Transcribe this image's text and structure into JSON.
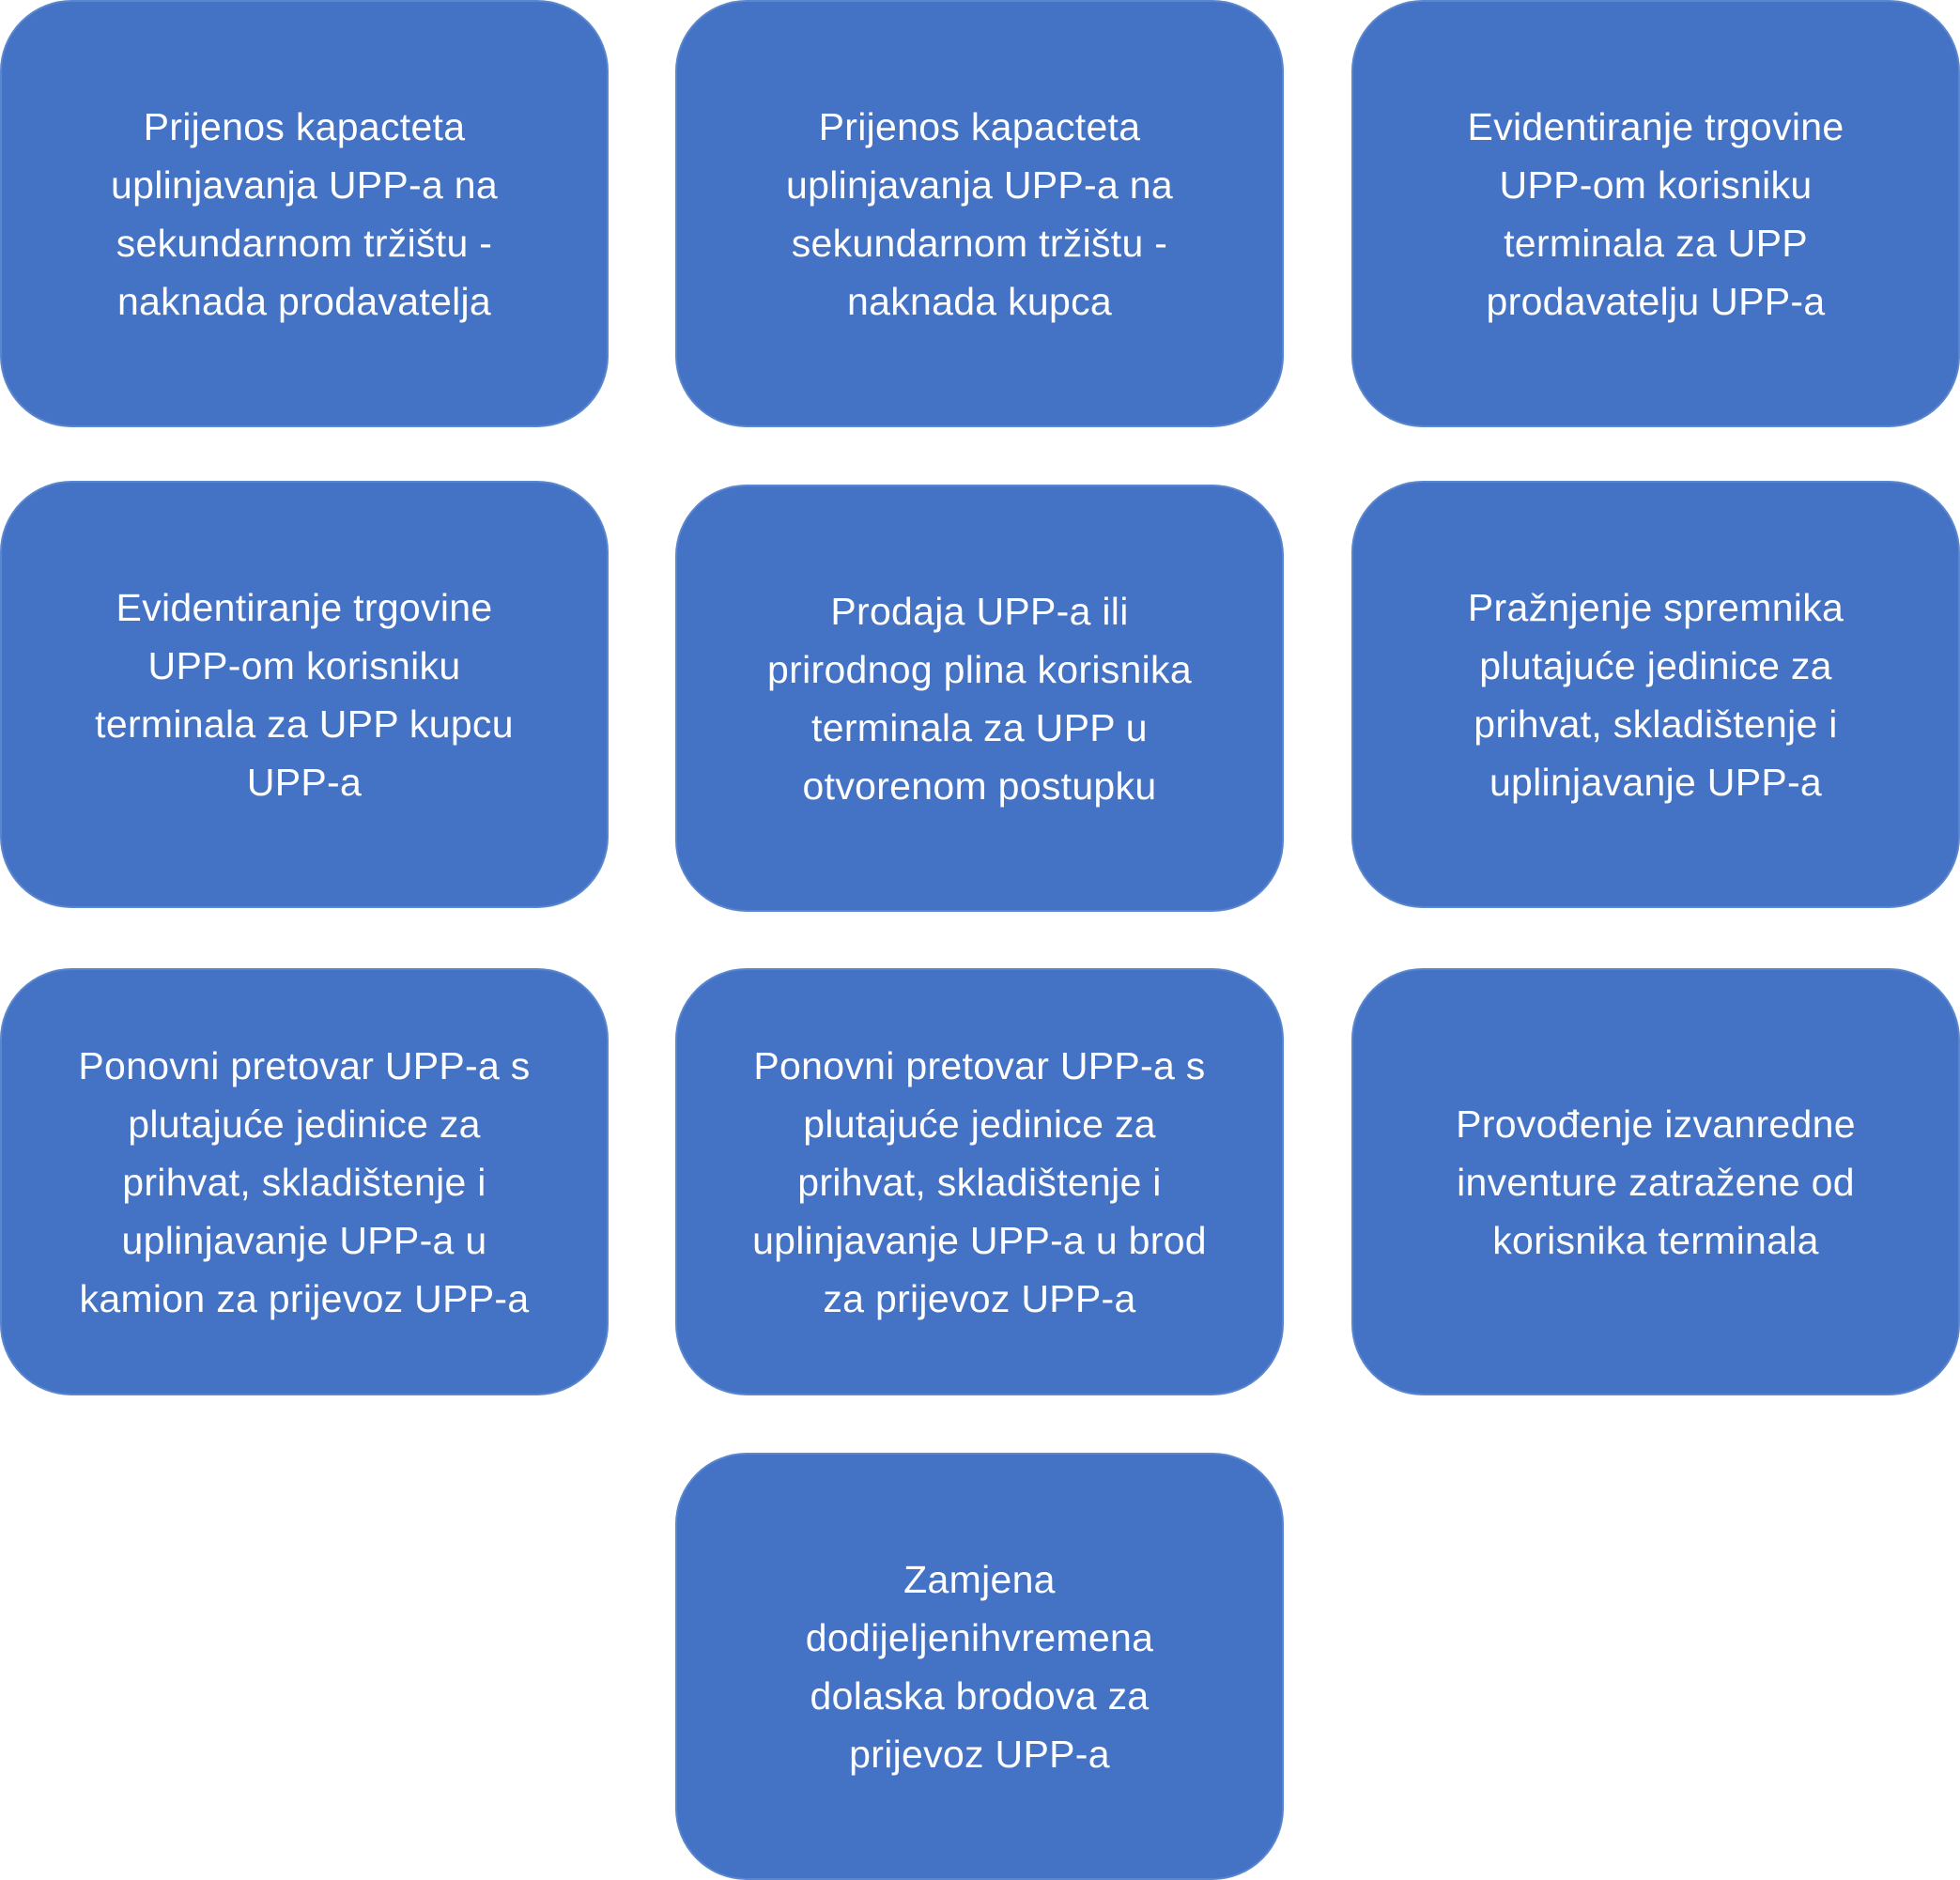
{
  "diagram": {
    "box_color": "#4472c4",
    "text_color": "#ffffff",
    "boxes": [
      {
        "label": "Prijenos kapacteta\nuplinjavanja UPP-a na\nsekundarnom tržištu -\nnaknada prodavatelja"
      },
      {
        "label": "Prijenos kapacteta\nuplinjavanja UPP-a na\nsekundarnom tržištu -\nnaknada kupca"
      },
      {
        "label": "Evidentiranje trgovine\nUPP-om korisniku\nterminala za UPP\nprodavatelju UPP-a"
      },
      {
        "label": "Evidentiranje trgovine\nUPP-om korisniku\nterminala za UPP kupcu\nUPP-a"
      },
      {
        "label": "Prodaja UPP-a ili\nprirodnog plina korisnika\nterminala za UPP u\notvorenom postupku"
      },
      {
        "label": "Pražnjenje spremnika\nplutajuće jedinice za\nprihvat, skladištenje i\nuplinjavanje UPP-a"
      },
      {
        "label": "Ponovni pretovar UPP-a s\nplutajuće jedinice za\nprihvat, skladištenje i\nuplinjavanje UPP-a u\nkamion za prijevoz UPP-a"
      },
      {
        "label": "Ponovni pretovar UPP-a s\nplutajuće jedinice za\nprihvat, skladištenje i\nuplinjavanje UPP-a u brod\nza prijevoz UPP-a"
      },
      {
        "label": "Provođenje izvanredne\ninventure zatražene od\nkorisnika terminala"
      },
      {
        "label": "Zamjena\ndodijeljenihvremena\ndolaska brodova za\nprijevoz UPP-a"
      }
    ]
  }
}
